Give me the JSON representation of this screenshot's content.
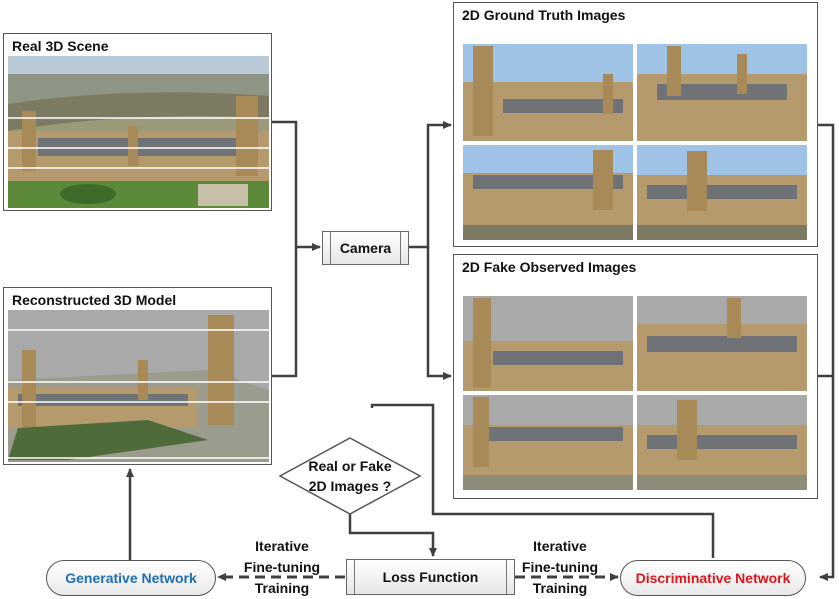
{
  "panels": {
    "real_scene": {
      "title": "Real 3D Scene"
    },
    "reconstructed_model": {
      "title": "Reconstructed 3D Model"
    },
    "ground_truth": {
      "title": "2D Ground Truth Images"
    },
    "fake_observed": {
      "title": "2D Fake Observed Images"
    }
  },
  "nodes": {
    "camera": "Camera",
    "loss_function": "Loss Function",
    "decision": [
      "Real or Fake",
      "2D Images ?"
    ],
    "generative_network": "Generative Network",
    "discriminative_network": "Discriminative Network"
  },
  "edge_labels": {
    "left": [
      "Iterative",
      "Fine-tuning",
      "Training"
    ],
    "right": [
      "Iterative",
      "Fine-tuning",
      "Training"
    ]
  },
  "colors": {
    "generative": "#1f6fb5",
    "discriminative": "#e0141c",
    "line": "#404040",
    "sky_real": "#9fc3e6",
    "sky_fake": "#a9a9a9",
    "stone": "#b59a6e",
    "roof": "#6f7377",
    "grass": "#5c8a3a",
    "river": "#7c7a62"
  }
}
